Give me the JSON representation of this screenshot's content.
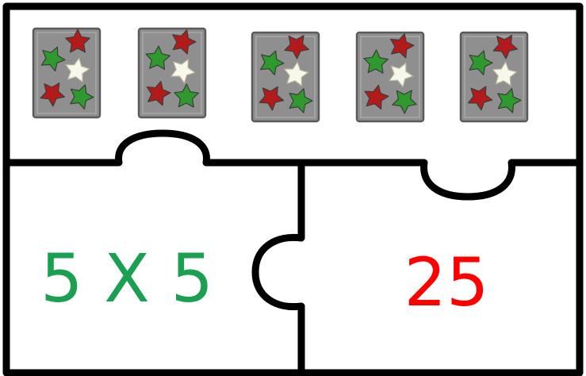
{
  "trays": {
    "count": 5,
    "cookie_colors": {
      "red": "#b31b1b",
      "green": "#2e9a2e",
      "white": "#f7f7ea"
    },
    "tray_color": "#8f8f8f"
  },
  "expression": {
    "text": "5 X 5",
    "color": "#1aa050"
  },
  "answer": {
    "text": "25",
    "color": "#ff0000"
  }
}
